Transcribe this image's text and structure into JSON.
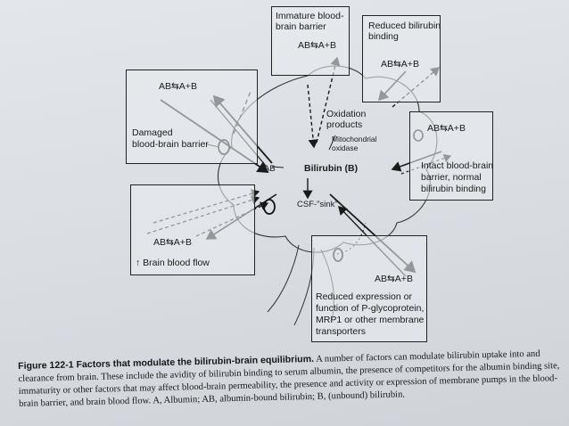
{
  "equilibrium_label": "AB⇆A+B",
  "boxes": {
    "immature": {
      "title_line1": "Immature blood-",
      "title_line2": "brain barrier"
    },
    "reduced_binding": {
      "title_line1": "Reduced bilirubin",
      "title_line2": "binding"
    },
    "damaged": {
      "title_line1": "Damaged",
      "title_line2": "blood-brain barrier"
    },
    "intact": {
      "title_line1": "Intact blood-brain",
      "title_line2": "barrier, normal",
      "title_line3": "bilirubin binding"
    },
    "blood_flow": {
      "title": "↑ Brain blood flow"
    },
    "transporters": {
      "line1": "Reduced expression or",
      "line2": "function of P-glycoprotein,",
      "line3": "MRP1 or other membrane",
      "line4": "transporters"
    }
  },
  "center": {
    "bilirubin": "Bilirubin (B)",
    "ab": "AB",
    "csf": "CSF-\"sink\"",
    "oxidation_line1": "Oxidation",
    "oxidation_line2": "products",
    "mito_line1": "Mitochondrial",
    "mito_line2": "oxidase"
  },
  "caption": {
    "title": "Figure 122-1 Factors that modulate the bilirubin-brain equilibrium.",
    "body": " A number of factors can modulate bilirubin uptake into and clearance from brain. These include the avidity of bilirubin binding to serum albumin, the presence of competitors for the albumin binding site, immaturity or other factors that may affect blood-brain permeability, the presence and activity or expression of membrane pumps in the blood-brain barrier, and brain blood flow. A, Albumin; AB, albumin-bound bilirubin; B, (unbound) bilirubin."
  }
}
